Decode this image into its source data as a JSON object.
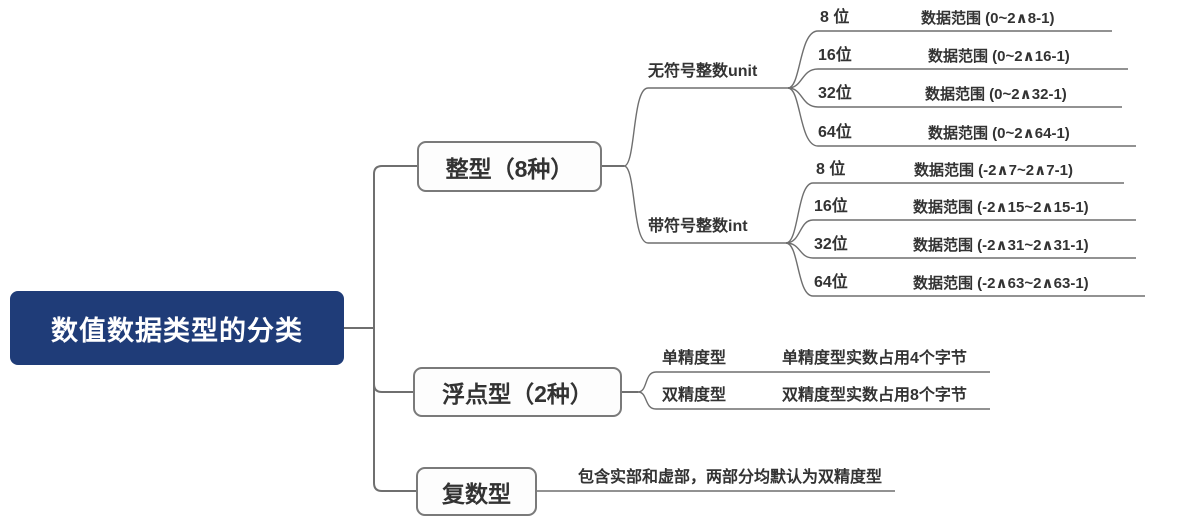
{
  "colors": {
    "root_bg": "#1f3c78",
    "root_text": "#ffffff",
    "line": "#6f6f6f",
    "node_border": "#7a7a7a",
    "node_bg": "#fdfdfd",
    "text_dark": "#333333"
  },
  "root": {
    "label": "数值数据类型的分类"
  },
  "branches": {
    "integer": {
      "label": "整型（8种）",
      "children": {
        "unsigned": {
          "label": "无符号整数unit",
          "items": [
            {
              "bits": "8 位",
              "range": "数据范围 (0~2∧8-1)"
            },
            {
              "bits": "16位",
              "range": "数据范围 (0~2∧16-1)"
            },
            {
              "bits": "32位",
              "range": "数据范围 (0~2∧32-1)"
            },
            {
              "bits": "64位",
              "range": "数据范围 (0~2∧64-1)"
            }
          ]
        },
        "signed": {
          "label": "带符号整数int",
          "items": [
            {
              "bits": "8 位",
              "range": "数据范围 (-2∧7~2∧7-1)"
            },
            {
              "bits": "16位",
              "range": "数据范围 (-2∧15~2∧15-1)"
            },
            {
              "bits": "32位",
              "range": "数据范围 (-2∧31~2∧31-1)"
            },
            {
              "bits": "64位",
              "range": "数据范围 (-2∧63~2∧63-1)"
            }
          ]
        }
      }
    },
    "float": {
      "label": "浮点型（2种）",
      "items": [
        {
          "name": "单精度型",
          "desc": "单精度型实数占用4个字节"
        },
        {
          "name": "双精度型",
          "desc": "双精度型实数占用8个字节"
        }
      ]
    },
    "complex": {
      "label": "复数型",
      "desc": "包含实部和虚部，两部分均默认为双精度型"
    }
  }
}
